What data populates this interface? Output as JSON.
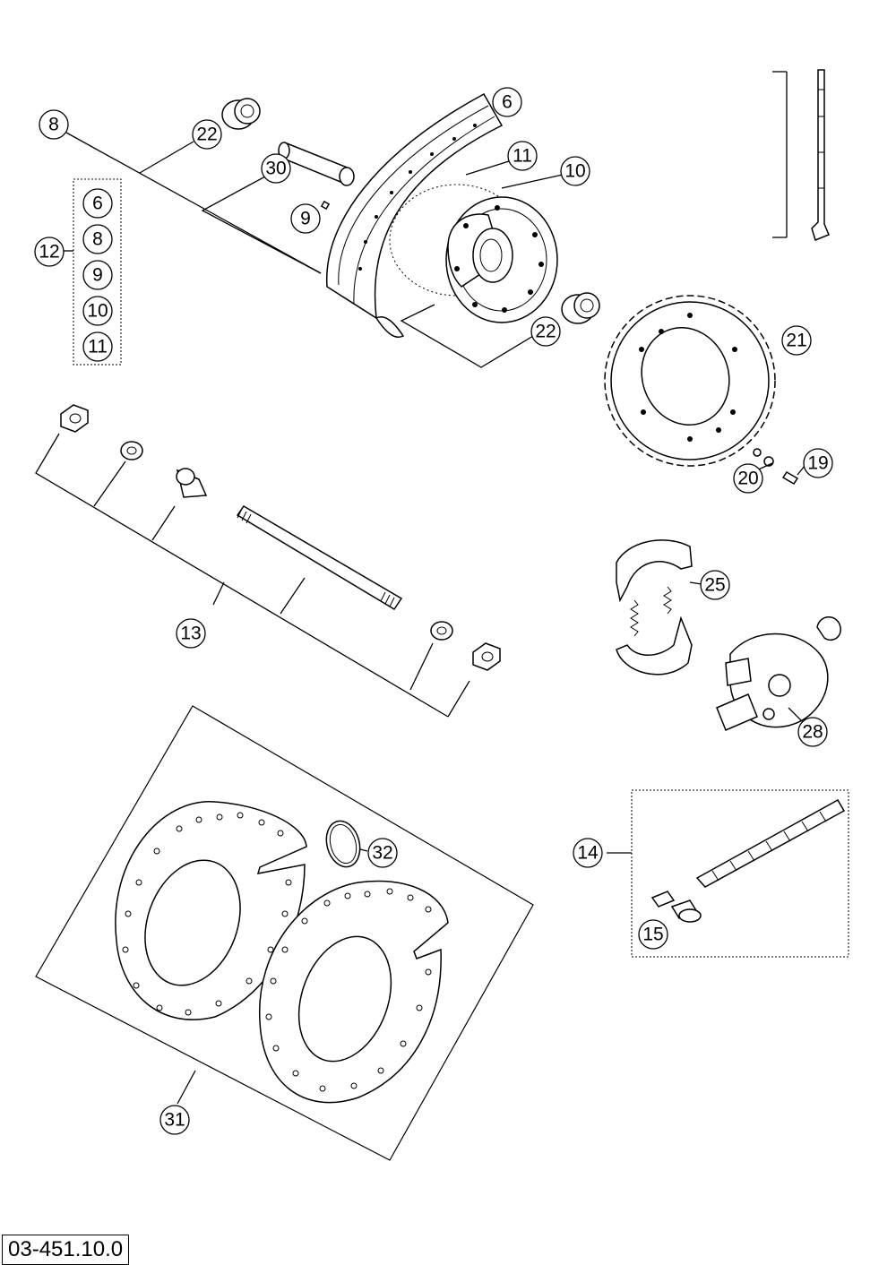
{
  "document_code": "03-451.10.0",
  "callouts": {
    "c6": "6",
    "c8": "8",
    "c9": "9",
    "c10": "10",
    "c11": "11",
    "c12": "12",
    "c13": "13",
    "c14": "14",
    "c15": "15",
    "c19": "19",
    "c20": "20",
    "c21": "21",
    "c22a": "22",
    "c22b": "22",
    "c25": "25",
    "c28": "28",
    "c30": "30",
    "c31": "31",
    "c32": "32"
  },
  "kit_12_members": [
    "6",
    "8",
    "9",
    "10",
    "11"
  ]
}
